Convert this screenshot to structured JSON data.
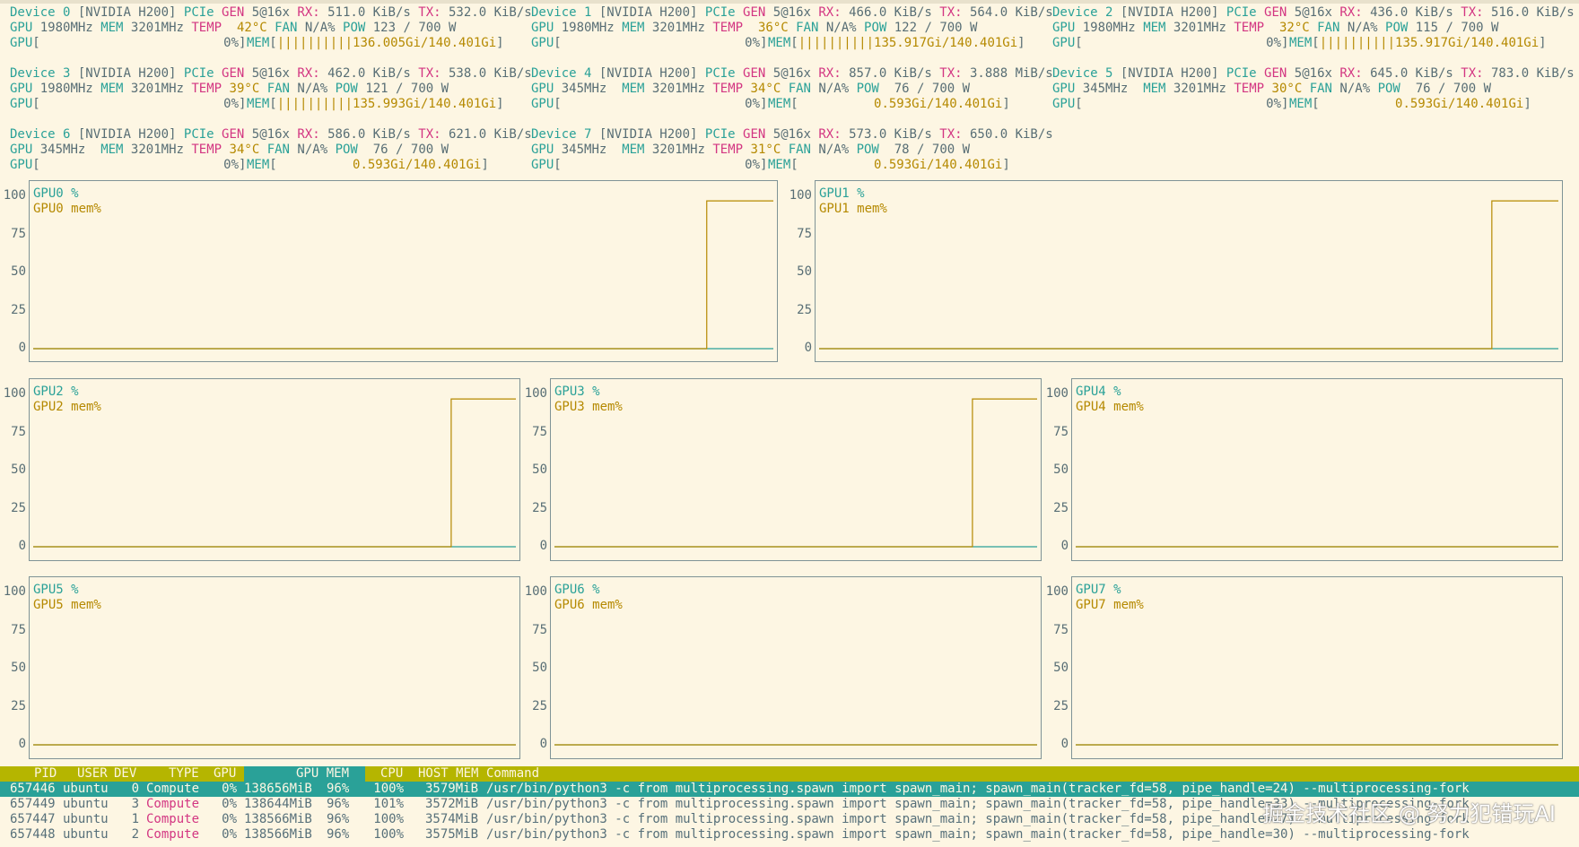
{
  "devices": [
    {
      "id": "Device 0",
      "model": "[NVIDIA H200]",
      "pcie": "5@16x",
      "rx": "511.0 KiB/s",
      "tx": "532.0 KiB/s",
      "gpu_clk": "1980MHz",
      "mem_clk": "3201MHz",
      "temp": " 42°C",
      "fan": "N/A%",
      "pow": "123 / 700 W",
      "gpu_util": "0%",
      "mem_bar": "||||||||||136.005Gi/140.401Gi"
    },
    {
      "id": "Device 1",
      "model": "[NVIDIA H200]",
      "pcie": "5@16x",
      "rx": "466.0 KiB/s",
      "tx": "564.0 KiB/s",
      "gpu_clk": "1980MHz",
      "mem_clk": "3201MHz",
      "temp": " 36°C",
      "fan": "N/A%",
      "pow": "122 / 700 W",
      "gpu_util": "0%",
      "mem_bar": "||||||||||135.917Gi/140.401Gi"
    },
    {
      "id": "Device 2",
      "model": "[NVIDIA H200]",
      "pcie": "5@16x",
      "rx": "436.0 KiB/s",
      "tx": "516.0 KiB/s",
      "gpu_clk": "1980MHz",
      "mem_clk": "3201MHz",
      "temp": " 32°C",
      "fan": "N/A%",
      "pow": "115 / 700 W",
      "gpu_util": "0%",
      "mem_bar": "||||||||||135.917Gi/140.401Gi"
    },
    {
      "id": "Device 3",
      "model": "[NVIDIA H200]",
      "pcie": "5@16x",
      "rx": "462.0 KiB/s",
      "tx": "538.0 KiB/s",
      "gpu_clk": "1980MHz",
      "mem_clk": "3201MHz",
      "temp": "39°C",
      "fan": "N/A%",
      "pow": "121 / 700 W",
      "gpu_util": "0%",
      "mem_bar": "||||||||||135.993Gi/140.401Gi"
    },
    {
      "id": "Device 4",
      "model": "[NVIDIA H200]",
      "pcie": "5@16x",
      "rx": "857.0 KiB/s",
      "tx": "3.888 MiB/s",
      "gpu_clk": "345MHz ",
      "mem_clk": "3201MHz",
      "temp": "34°C",
      "fan": "N/A%",
      "pow": " 76 / 700 W",
      "gpu_util": "0%",
      "mem_bar": "          0.593Gi/140.401Gi"
    },
    {
      "id": "Device 5",
      "model": "[NVIDIA H200]",
      "pcie": "5@16x",
      "rx": "645.0 KiB/s",
      "tx": "783.0 KiB/s",
      "gpu_clk": "345MHz ",
      "mem_clk": "3201MHz",
      "temp": "30°C",
      "fan": "N/A%",
      "pow": " 76 / 700 W",
      "gpu_util": "0%",
      "mem_bar": "          0.593Gi/140.401Gi"
    },
    {
      "id": "Device 6",
      "model": "[NVIDIA H200]",
      "pcie": "5@16x",
      "rx": "586.0 KiB/s",
      "tx": "621.0 KiB/s",
      "gpu_clk": "345MHz ",
      "mem_clk": "3201MHz",
      "temp": "34°C",
      "fan": "N/A%",
      "pow": " 76 / 700 W",
      "gpu_util": "0%",
      "mem_bar": "          0.593Gi/140.401Gi"
    },
    {
      "id": "Device 7",
      "model": "[NVIDIA H200]",
      "pcie": "5@16x",
      "rx": "573.0 KiB/s",
      "tx": "650.0 KiB/s",
      "gpu_clk": "345MHz ",
      "mem_clk": "3201MHz",
      "temp": "31°C",
      "fan": "N/A%",
      "pow": " 78 / 700 W",
      "gpu_util": "0%",
      "mem_bar": "          0.593Gi/140.401Gi"
    }
  ],
  "labels": {
    "pcie": "PCIe",
    "gen": "GEN",
    "rx": "RX:",
    "tx": "TX:",
    "gpu": "GPU",
    "mem": "MEM",
    "temp": "TEMP",
    "fan": "FAN",
    "pow": "POW"
  },
  "charts": [
    {
      "gpu_label": "GPU0 %",
      "mem_label": "GPU0 mem%"
    },
    {
      "gpu_label": "GPU1 %",
      "mem_label": "GPU1 mem%"
    },
    {
      "gpu_label": "GPU2 %",
      "mem_label": "GPU2 mem%"
    },
    {
      "gpu_label": "GPU3 %",
      "mem_label": "GPU3 mem%"
    },
    {
      "gpu_label": "GPU4 %",
      "mem_label": "GPU4 mem%"
    },
    {
      "gpu_label": "GPU5 %",
      "mem_label": "GPU5 mem%"
    },
    {
      "gpu_label": "GPU6 %",
      "mem_label": "GPU6 mem%"
    },
    {
      "gpu_label": "GPU7 %",
      "mem_label": "GPU7 mem%"
    }
  ],
  "chart_data": [
    {
      "type": "line",
      "title": "GPU0",
      "yticks": [
        100,
        75,
        50,
        25,
        0
      ],
      "ylim": [
        0,
        100
      ],
      "series": [
        {
          "name": "GPU0 %",
          "values": [
            0,
            0
          ]
        },
        {
          "name": "GPU0 mem%",
          "values": [
            0,
            0,
            97,
            97
          ],
          "step_at": 0.91
        }
      ]
    },
    {
      "type": "line",
      "title": "GPU1",
      "yticks": [
        100,
        75,
        50,
        25,
        0
      ],
      "ylim": [
        0,
        100
      ],
      "series": [
        {
          "name": "GPU1 %",
          "values": [
            0,
            0
          ]
        },
        {
          "name": "GPU1 mem%",
          "values": [
            0,
            0,
            97,
            97
          ],
          "step_at": 0.91
        }
      ]
    },
    {
      "type": "line",
      "title": "GPU2",
      "yticks": [
        100,
        75,
        50,
        25,
        0
      ],
      "ylim": [
        0,
        100
      ],
      "series": [
        {
          "name": "GPU2 %",
          "values": [
            0,
            0
          ]
        },
        {
          "name": "GPU2 mem%",
          "values": [
            0,
            0,
            97,
            97
          ],
          "step_at": 0.866
        }
      ]
    },
    {
      "type": "line",
      "title": "GPU3",
      "yticks": [
        100,
        75,
        50,
        25,
        0
      ],
      "ylim": [
        0,
        100
      ],
      "series": [
        {
          "name": "GPU3 %",
          "values": [
            0,
            0
          ]
        },
        {
          "name": "GPU3 mem%",
          "values": [
            0,
            0,
            97,
            97
          ],
          "step_at": 0.866
        }
      ]
    },
    {
      "type": "line",
      "title": "GPU4",
      "yticks": [
        100,
        75,
        50,
        25,
        0
      ],
      "ylim": [
        0,
        100
      ],
      "series": [
        {
          "name": "GPU4 %",
          "values": [
            0,
            0
          ]
        },
        {
          "name": "GPU4 mem%",
          "values": [
            0,
            0
          ]
        }
      ]
    },
    {
      "type": "line",
      "title": "GPU5",
      "yticks": [
        100,
        75,
        50,
        25,
        0
      ],
      "ylim": [
        0,
        100
      ],
      "series": [
        {
          "name": "GPU5 %",
          "values": [
            0,
            0
          ]
        },
        {
          "name": "GPU5 mem%",
          "values": [
            0,
            0
          ]
        }
      ]
    },
    {
      "type": "line",
      "title": "GPU6",
      "yticks": [
        100,
        75,
        50,
        25,
        0
      ],
      "ylim": [
        0,
        100
      ],
      "series": [
        {
          "name": "GPU6 %",
          "values": [
            0,
            0
          ]
        },
        {
          "name": "GPU6 mem%",
          "values": [
            0,
            0
          ]
        }
      ]
    },
    {
      "type": "line",
      "title": "GPU7",
      "yticks": [
        100,
        75,
        50,
        25,
        0
      ],
      "ylim": [
        0,
        100
      ],
      "series": [
        {
          "name": "GPU7 %",
          "values": [
            0,
            0
          ]
        },
        {
          "name": "GPU7 mem%",
          "values": [
            0,
            0
          ]
        }
      ]
    }
  ],
  "process_table": {
    "headers": {
      "pid": "PID",
      "user": "USER",
      "dev": "DEV",
      "type": "TYPE",
      "gpu": "GPU",
      "gpu_mem": "GPU MEM",
      "cpu": "CPU",
      "host_mem": "HOST MEM",
      "command": "Command"
    },
    "rows": [
      {
        "pid": "657446",
        "user": "ubuntu",
        "dev": "0",
        "type": "Compute",
        "gpu": "0%",
        "gpu_mem": "138656MiB",
        "gpu_mem_pct": "96%",
        "cpu": "100%",
        "host_mem": "3579MiB",
        "command": "/usr/bin/python3 -c from multiprocessing.spawn import spawn_main; spawn_main(tracker_fd=58, pipe_handle=24) --multiprocessing-fork"
      },
      {
        "pid": "657449",
        "user": "ubuntu",
        "dev": "3",
        "type": "Compute",
        "gpu": "0%",
        "gpu_mem": "138644MiB",
        "gpu_mem_pct": "96%",
        "cpu": "101%",
        "host_mem": "3572MiB",
        "command": "/usr/bin/python3 -c from multiprocessing.spawn import spawn_main; spawn_main(tracker_fd=58, pipe_handle=33) --multiprocessing-fork"
      },
      {
        "pid": "657447",
        "user": "ubuntu",
        "dev": "1",
        "type": "Compute",
        "gpu": "0%",
        "gpu_mem": "138566MiB",
        "gpu_mem_pct": "96%",
        "cpu": "100%",
        "host_mem": "3574MiB",
        "command": "/usr/bin/python3 -c from multiprocessing.spawn import spawn_main; spawn_main(tracker_fd=58, pipe_handle=27) --multiprocessing-fork"
      },
      {
        "pid": "657448",
        "user": "ubuntu",
        "dev": "2",
        "type": "Compute",
        "gpu": "0%",
        "gpu_mem": "138566MiB",
        "gpu_mem_pct": "96%",
        "cpu": "100%",
        "host_mem": "3575MiB",
        "command": "/usr/bin/python3 -c from multiprocessing.spawn import spawn_main; spawn_main(tracker_fd=58, pipe_handle=30) --multiprocessing-fork"
      }
    ]
  },
  "watermark": "掘金技术社区 @ 努力犯错玩AI",
  "colors": {
    "background": "#fdf6e3",
    "cyan": "#2aa198",
    "magenta": "#d33682",
    "yellow": "#b58900",
    "header_bar": "#b5b500"
  }
}
